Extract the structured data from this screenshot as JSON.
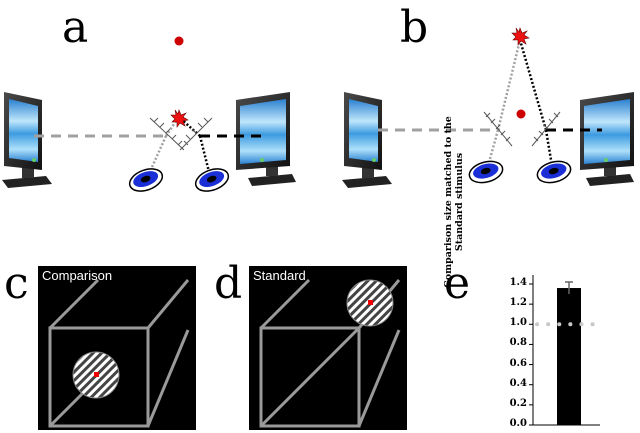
{
  "panels": {
    "a": "a",
    "b": "b",
    "c": "c",
    "d": "d",
    "e": "e"
  },
  "stimuli": {
    "comparison_label": "Comparison",
    "standard_label": "Standard"
  },
  "colors": {
    "fixation_red": "#cc0000",
    "stimulus_background": "#000000",
    "cube_line": "#9a9a9a",
    "mirror_blue": "#1a2fd6",
    "bar_fill": "#000000",
    "reference_line": "#c8c8c8"
  },
  "chart_data": {
    "type": "bar",
    "categories": [
      ""
    ],
    "values": [
      1.36
    ],
    "error": [
      0.06
    ],
    "reference_value": 1.0,
    "ylabel": "Comparison size matched to the Standard stimulus",
    "ylim": [
      0,
      1.4
    ],
    "yticks": [
      "0.0",
      "0.2",
      "0.4",
      "0.6",
      "0.8",
      "1.0",
      "1.2",
      "1.4"
    ],
    "grid": false
  }
}
